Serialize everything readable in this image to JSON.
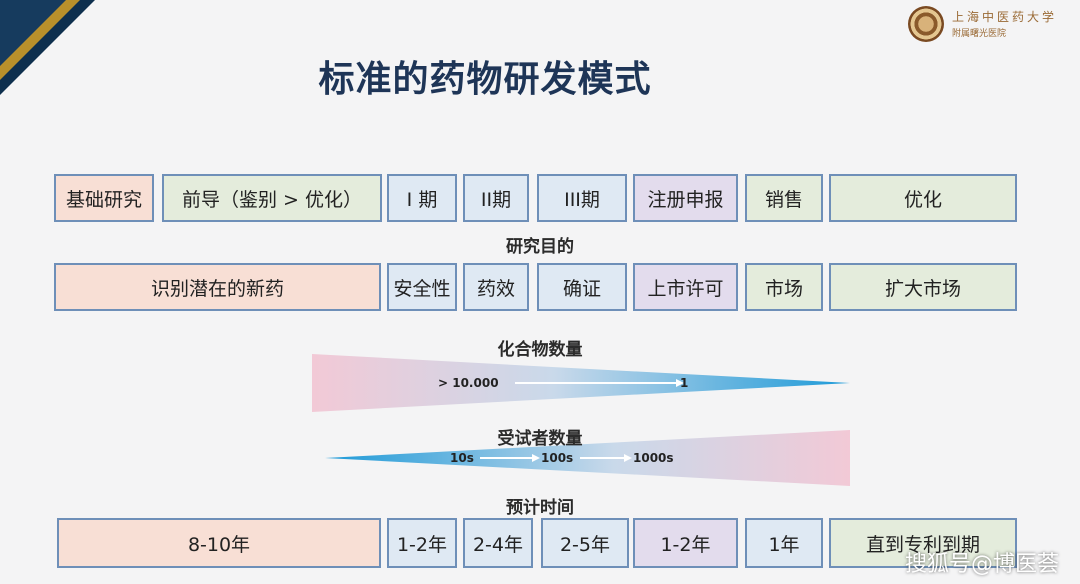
{
  "title": "标准的药物研发模式",
  "logo": {
    "name": "上海中医药大学",
    "sub": "附属曙光医院"
  },
  "stages": [
    "基础研究",
    "前导（鉴别 > 优化）",
    "I 期",
    "II期",
    "III期",
    "注册申报",
    "销售",
    "优化"
  ],
  "purpose_label": "研究目的",
  "purposes": [
    "识别潜在的新药",
    "安全性",
    "药效",
    "确证",
    "上市许可",
    "市场",
    "扩大市场"
  ],
  "compound_label": "化合物数量",
  "compound_from": "> 10.000",
  "compound_to": "1",
  "subject_label": "受试者数量",
  "subjects": [
    "10s",
    "100s",
    "1000s"
  ],
  "time_label": "预计时间",
  "times": [
    "8-10年",
    "1-2年",
    "2-4年",
    "2-5年",
    "1-2年",
    "1年",
    "直到专利到期"
  ],
  "watermark": "搜狐号@博医荟",
  "colors": {
    "pink": "#f8dfd5",
    "green": "#e4ecdc",
    "blue": "#dfe9f3",
    "lavender": "#e3dced",
    "border": "#6e8fb8",
    "title": "#1e3557",
    "wedge_blue": "#2f9fd8"
  }
}
